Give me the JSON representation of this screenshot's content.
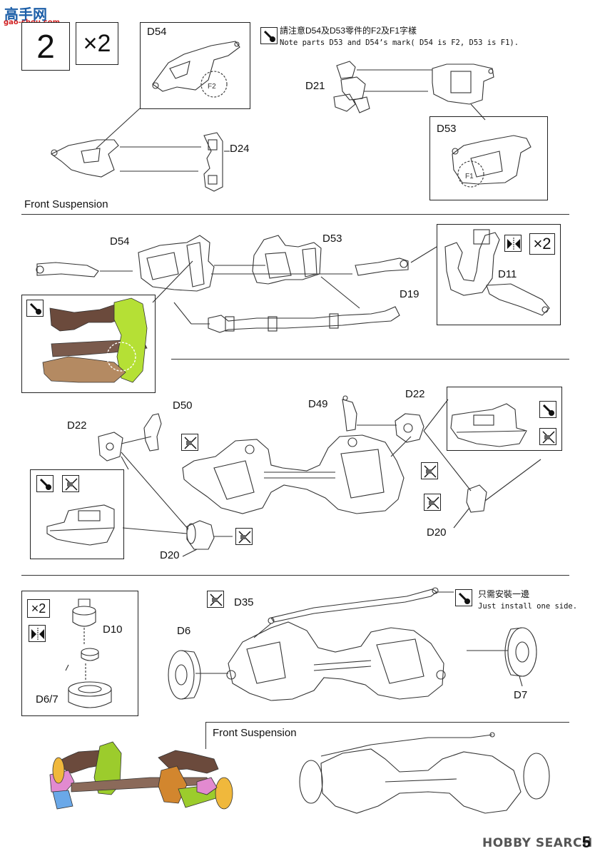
{
  "site_logo": {
    "text_cn": "高手网",
    "url": "gao-shou.com"
  },
  "step": {
    "number": "2",
    "multiplier": "×2"
  },
  "notes": {
    "part_mark_cn": "請注意D54及D53零件的F2及F1字樣",
    "part_mark_en": "Note parts D53 and D54’s mark( D54 is F2, D53 is F1).",
    "one_side_cn": "只需安裝一邊",
    "one_side_en": "Just install one side."
  },
  "labels": {
    "d54_top": "D54",
    "d21": "D21",
    "d53_top": "D53",
    "d24": "D24",
    "d54_mid": "D54",
    "d53_mid": "D53",
    "d19": "D19",
    "d11": "D11",
    "d50": "D50",
    "d22_left": "D22",
    "d49": "D49",
    "d22_right": "D22",
    "d20_left": "D20",
    "d20_right": "D20",
    "d35": "D35",
    "d10": "D10",
    "d6": "D6",
    "d6_7": "D6/7",
    "d7": "D7"
  },
  "multipliers": {
    "d11_box": "×2",
    "d10_box": "×2"
  },
  "section_titles": {
    "front_suspension_1": "Front Suspension",
    "front_suspension_2": "Front Suspension"
  },
  "mark_text": {
    "f2": "F2",
    "f1": "F1"
  },
  "watermark": "HOBBY SEARCH",
  "page_number": "5"
}
